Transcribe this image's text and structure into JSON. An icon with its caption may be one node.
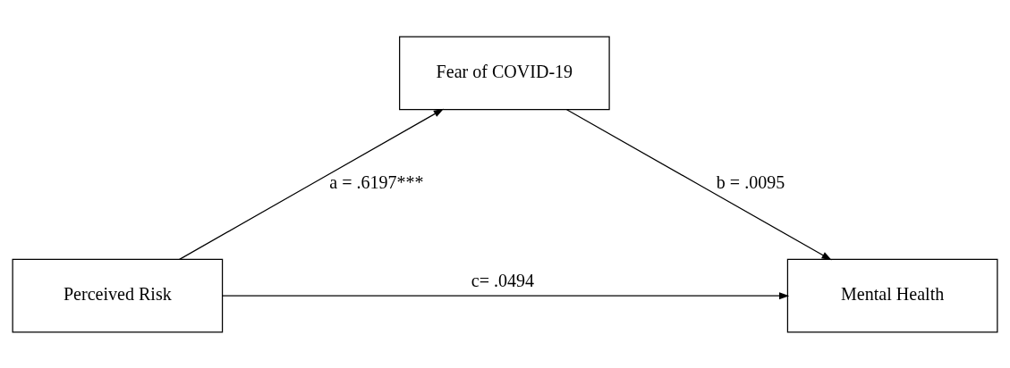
{
  "diagram": {
    "nodes": [
      {
        "text": [
          "Fear of COVID-19"
        ]
      },
      {
        "text": [
          "Perceived Risk"
        ]
      },
      {
        "text": [
          "Mental Health"
        ]
      }
    ],
    "edges": [
      {
        "from": 1,
        "to": 0,
        "arrow": "to",
        "label": "a = .6197***"
      },
      {
        "from": 0,
        "to": 2,
        "arrow": "to",
        "label": "b = .0095"
      },
      {
        "from": 1,
        "to": 2,
        "arrow": "to",
        "label": "c= .0494"
      }
    ]
  }
}
